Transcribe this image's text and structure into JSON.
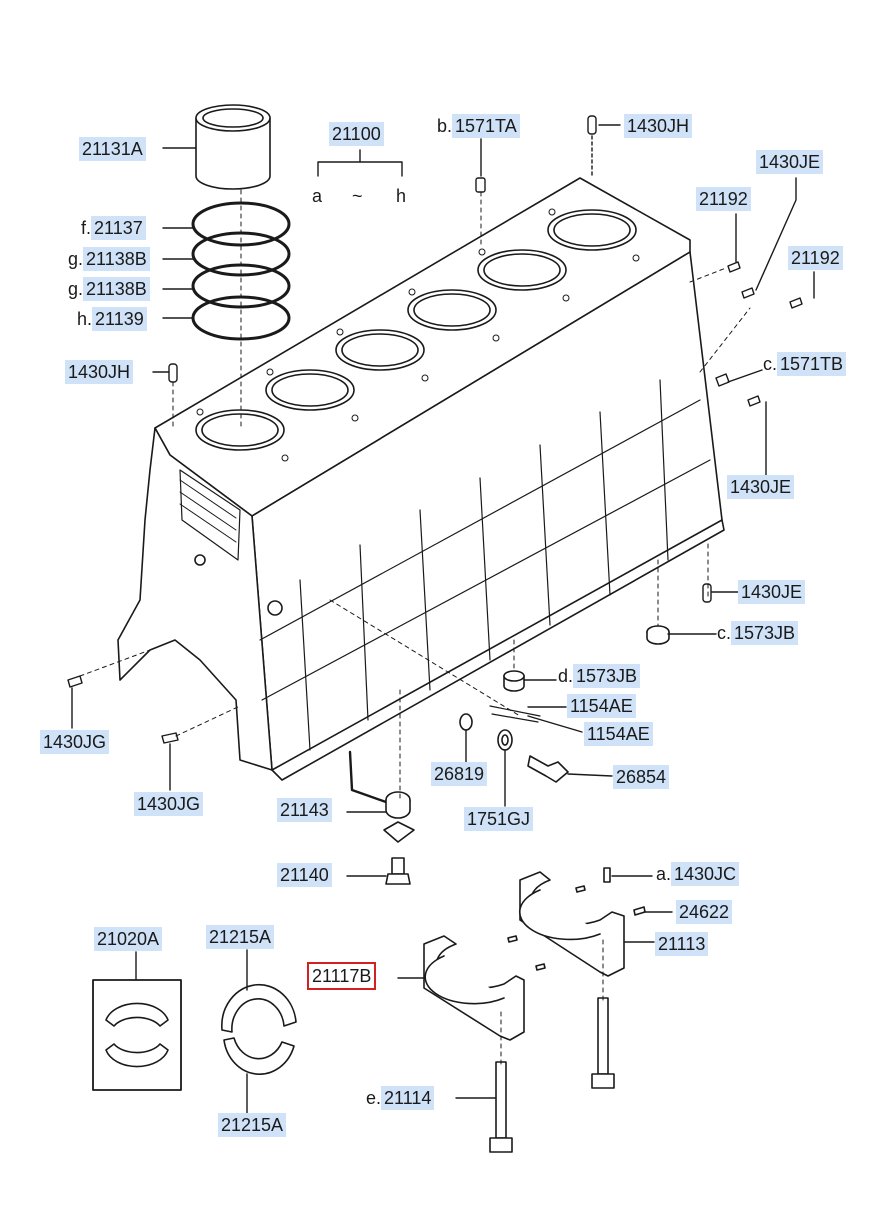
{
  "diagram": {
    "group_label": {
      "code": "21100",
      "range_start": "a",
      "range_sep": "~",
      "range_end": "h"
    },
    "labels": [
      {
        "id": "21131A-top",
        "prefix": "",
        "code": "21131A"
      },
      {
        "id": "f-21137",
        "prefix": "f.",
        "code": "21137"
      },
      {
        "id": "g-21138B-1",
        "prefix": "g.",
        "code": "21138B"
      },
      {
        "id": "g-21138B-2",
        "prefix": "g.",
        "code": "21138B"
      },
      {
        "id": "h-21139",
        "prefix": "h.",
        "code": "21139"
      },
      {
        "id": "1430JH-left",
        "prefix": "",
        "code": "1430JH"
      },
      {
        "id": "b-1571TA",
        "prefix": "b.",
        "code": "1571TA"
      },
      {
        "id": "1430JH-top",
        "prefix": "",
        "code": "1430JH"
      },
      {
        "id": "1430JE-top",
        "prefix": "",
        "code": "1430JE"
      },
      {
        "id": "21192-1",
        "prefix": "",
        "code": "21192"
      },
      {
        "id": "21192-2",
        "prefix": "",
        "code": "21192"
      },
      {
        "id": "c-1571TB",
        "prefix": "c.",
        "code": "1571TB"
      },
      {
        "id": "1430JE-mid",
        "prefix": "",
        "code": "1430JE"
      },
      {
        "id": "1430JE-low",
        "prefix": "",
        "code": "1430JE"
      },
      {
        "id": "c-1573JB",
        "prefix": "c.",
        "code": "1573JB"
      },
      {
        "id": "d-1573JB",
        "prefix": "d.",
        "code": "1573JB"
      },
      {
        "id": "1154AE-1",
        "prefix": "",
        "code": "1154AE"
      },
      {
        "id": "1154AE-2",
        "prefix": "",
        "code": "1154AE"
      },
      {
        "id": "26854",
        "prefix": "",
        "code": "26854"
      },
      {
        "id": "26819",
        "prefix": "",
        "code": "26819"
      },
      {
        "id": "1751GJ",
        "prefix": "",
        "code": "1751GJ"
      },
      {
        "id": "1430JG-1",
        "prefix": "",
        "code": "1430JG"
      },
      {
        "id": "1430JG-2",
        "prefix": "",
        "code": "1430JG"
      },
      {
        "id": "21143",
        "prefix": "",
        "code": "21143"
      },
      {
        "id": "21140",
        "prefix": "",
        "code": "21140"
      },
      {
        "id": "a-1430JC",
        "prefix": "a.",
        "code": "1430JC"
      },
      {
        "id": "24622",
        "prefix": "",
        "code": "24622"
      },
      {
        "id": "21113",
        "prefix": "",
        "code": "21113"
      },
      {
        "id": "21020A",
        "prefix": "",
        "code": "21020A"
      },
      {
        "id": "21215A-top",
        "prefix": "",
        "code": "21215A"
      },
      {
        "id": "21117B",
        "prefix": "",
        "code": "21117B",
        "highlighted": true
      },
      {
        "id": "21215A-bottom",
        "prefix": "",
        "code": "21215A"
      },
      {
        "id": "e-21114",
        "prefix": "e.",
        "code": "21114"
      }
    ],
    "colors": {
      "label_bg": "#cfe2f7",
      "highlight": "#d32020",
      "line": "#1a1a1a"
    }
  }
}
